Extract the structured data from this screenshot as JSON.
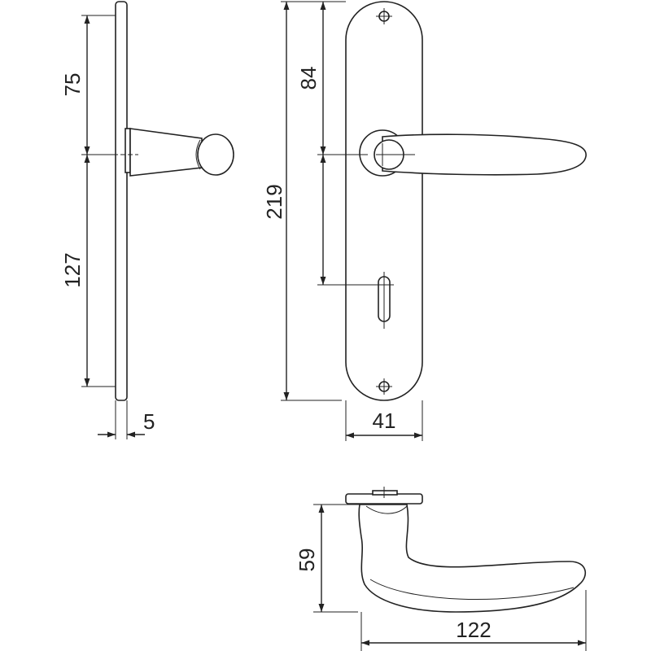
{
  "dimensions": {
    "side_upper": "75",
    "side_lower": "127",
    "plate_thickness": "5",
    "total_height": "219",
    "handle_to_key": "84",
    "plate_width": "41",
    "handle_projection": "59",
    "handle_length": "122"
  },
  "colors": {
    "line": "#222222",
    "background": "#ffffff"
  }
}
